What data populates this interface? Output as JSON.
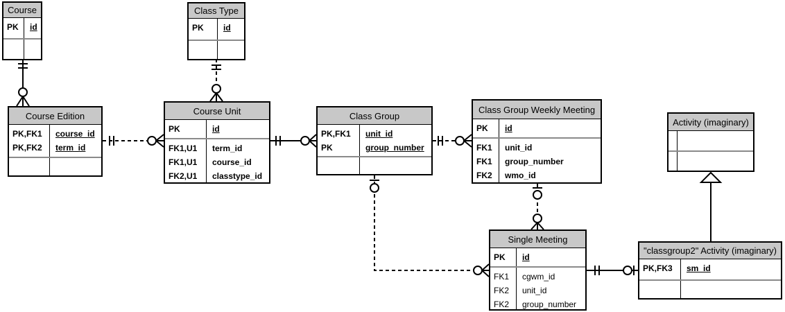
{
  "colors": {
    "header_bg": "#c8c8c8",
    "table_bg": "#ffffff",
    "line": "#000000"
  },
  "entities": {
    "course": {
      "title": "Course",
      "keys": [
        [
          "PK",
          "id"
        ]
      ],
      "attrs": []
    },
    "class_type": {
      "title": "Class Type",
      "keys": [
        [
          "PK",
          "id"
        ]
      ],
      "attrs": []
    },
    "course_edition": {
      "title": "Course Edition",
      "keys": [
        [
          "PK,FK1",
          "course_id"
        ],
        [
          "PK,FK2",
          "term_id"
        ]
      ],
      "attrs": []
    },
    "course_unit": {
      "title": "Course Unit",
      "keys": [
        [
          "PK",
          "id"
        ]
      ],
      "attrs": [
        [
          "FK1,U1",
          "term_id"
        ],
        [
          "FK1,U1",
          "course_id"
        ],
        [
          "FK2,U1",
          "classtype_id"
        ]
      ]
    },
    "class_group": {
      "title": "Class Group",
      "keys": [
        [
          "PK,FK1",
          "unit_id"
        ],
        [
          "PK",
          "group_number"
        ]
      ],
      "attrs": []
    },
    "class_group_weekly_meeting": {
      "title": "Class Group Weekly Meeting",
      "keys": [
        [
          "PK",
          "id"
        ]
      ],
      "attrs": [
        [
          "FK1",
          "unit_id"
        ],
        [
          "FK1",
          "group_number"
        ],
        [
          "FK2",
          "wmo_id"
        ]
      ]
    },
    "activity": {
      "title": "Activity (imaginary)",
      "keys": [],
      "attrs": []
    },
    "single_meeting": {
      "title": "Single Meeting",
      "keys": [
        [
          "PK",
          "id"
        ]
      ],
      "attrs": [
        [
          "FK1",
          "cgwm_id"
        ],
        [
          "FK2",
          "unit_id"
        ],
        [
          "FK2",
          "group_number"
        ]
      ]
    },
    "classgroup2_activity": {
      "title": "\"classgroup2\" Activity (imaginary)",
      "keys": [
        [
          "PK,FK3",
          "sm_id"
        ]
      ],
      "attrs": []
    }
  },
  "relationships": [
    {
      "from": "Course",
      "to": "Course Edition",
      "line": "solid",
      "from_cardinality": "exactly-one",
      "to_cardinality": "zero-or-many"
    },
    {
      "from": "Class Type",
      "to": "Course Unit",
      "line": "dashed",
      "from_cardinality": "exactly-one",
      "to_cardinality": "zero-or-many"
    },
    {
      "from": "Course Edition",
      "to": "Course Unit",
      "line": "dashed",
      "from_cardinality": "exactly-one",
      "to_cardinality": "zero-or-many"
    },
    {
      "from": "Course Unit",
      "to": "Class Group",
      "line": "solid",
      "from_cardinality": "exactly-one",
      "to_cardinality": "zero-or-many"
    },
    {
      "from": "Class Group",
      "to": "Class Group Weekly Meeting",
      "line": "dashed",
      "from_cardinality": "exactly-one",
      "to_cardinality": "zero-or-many"
    },
    {
      "from": "Class Group Weekly Meeting",
      "to": "Single Meeting",
      "line": "dashed",
      "from_cardinality": "zero-or-one",
      "to_cardinality": "zero-or-many"
    },
    {
      "from": "Class Group",
      "to": "Single Meeting",
      "line": "dashed",
      "from_cardinality": "zero-or-one",
      "to_cardinality": "zero-or-many"
    },
    {
      "from": "Single Meeting",
      "to": "\"classgroup2\" Activity (imaginary)",
      "line": "solid",
      "from_cardinality": "exactly-one",
      "to_cardinality": "zero-or-one"
    },
    {
      "from": "\"classgroup2\" Activity (imaginary)",
      "to": "Activity (imaginary)",
      "line": "solid",
      "type": "inheritance"
    }
  ]
}
